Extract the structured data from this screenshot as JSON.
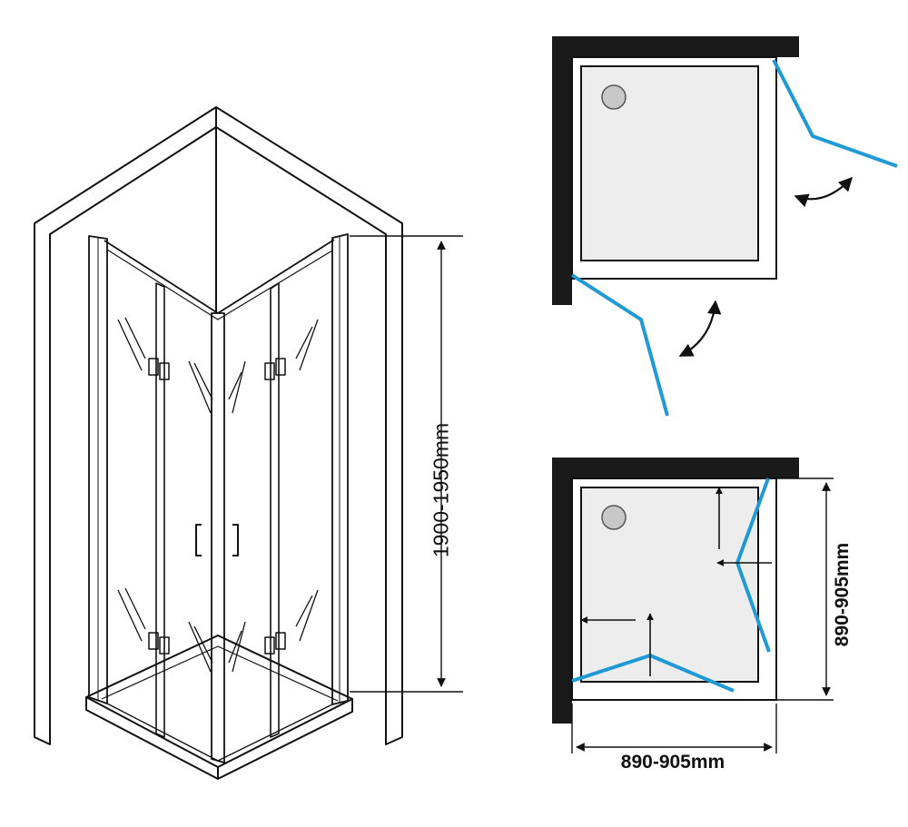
{
  "dimensions": {
    "height_label": "1900-1950mm",
    "depth_label": "890-905mm",
    "width_label": "890-905mm"
  },
  "colors": {
    "line": "#111111",
    "wall": "#1a1a1a",
    "door": "#1f9ad6",
    "drain": "#c8c8c8",
    "tray_fill": "#ededed",
    "background": "#ffffff"
  },
  "icons": {
    "swing": "curved-double-arrow-icon",
    "fold": "straight-arrow-icon",
    "drain": "drain-circle-icon"
  }
}
